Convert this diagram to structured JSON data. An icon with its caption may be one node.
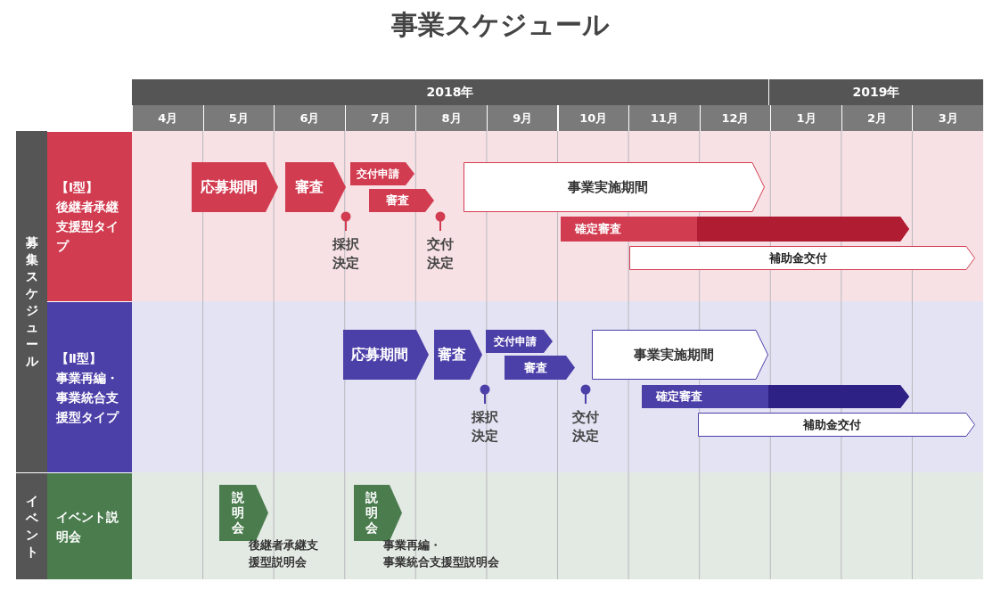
{
  "diagram": {
    "title": "事業スケジュール",
    "nodes": [
      {
        "text": [
          "募集スケジュール"
        ]
      },
      {
        "text": [
          "【Ⅰ型】後継者承継支援型タイプ"
        ]
      },
      {
        "text": [
          "【Ⅱ型】事業再編・事業統合支援型タイプ"
        ]
      },
      {
        "text": [
          "イベント"
        ]
      },
      {
        "text": [
          "イベント説明会"
        ]
      },
      {
        "text": [
          "応募期間"
        ]
      },
      {
        "text": [
          "審査"
        ]
      },
      {
        "text": [
          "交付申請"
        ]
      },
      {
        "text": [
          "審査"
        ]
      },
      {
        "text": [
          "事業実施期間"
        ]
      },
      {
        "text": [
          "確定審査"
        ]
      },
      {
        "text": [
          "補助金交付"
        ]
      },
      {
        "text": [
          "応募期間"
        ]
      },
      {
        "text": [
          "審査"
        ]
      },
      {
        "text": [
          "交付申請"
        ]
      },
      {
        "text": [
          "審査"
        ]
      },
      {
        "text": [
          "事業実施期間"
        ]
      },
      {
        "text": [
          "確定審査"
        ]
      },
      {
        "text": [
          "補助金交付"
        ]
      },
      {
        "text": [
          "説明会"
        ],
        "beside": [
          "後継者承継支援型説明会"
        ]
      },
      {
        "text": [
          "説明会"
        ],
        "beside": [
          "事業再編・事業統合支援型説明会"
        ]
      }
    ],
    "labels": [
      "2018年",
      "2019年",
      "4月",
      "5月",
      "6月",
      "7月",
      "8月",
      "9月",
      "10月",
      "11月",
      "12月",
      "1月",
      "2月",
      "3月",
      "採択決定",
      "交付決定",
      "採択決定",
      "交付決定"
    ]
  }
}
